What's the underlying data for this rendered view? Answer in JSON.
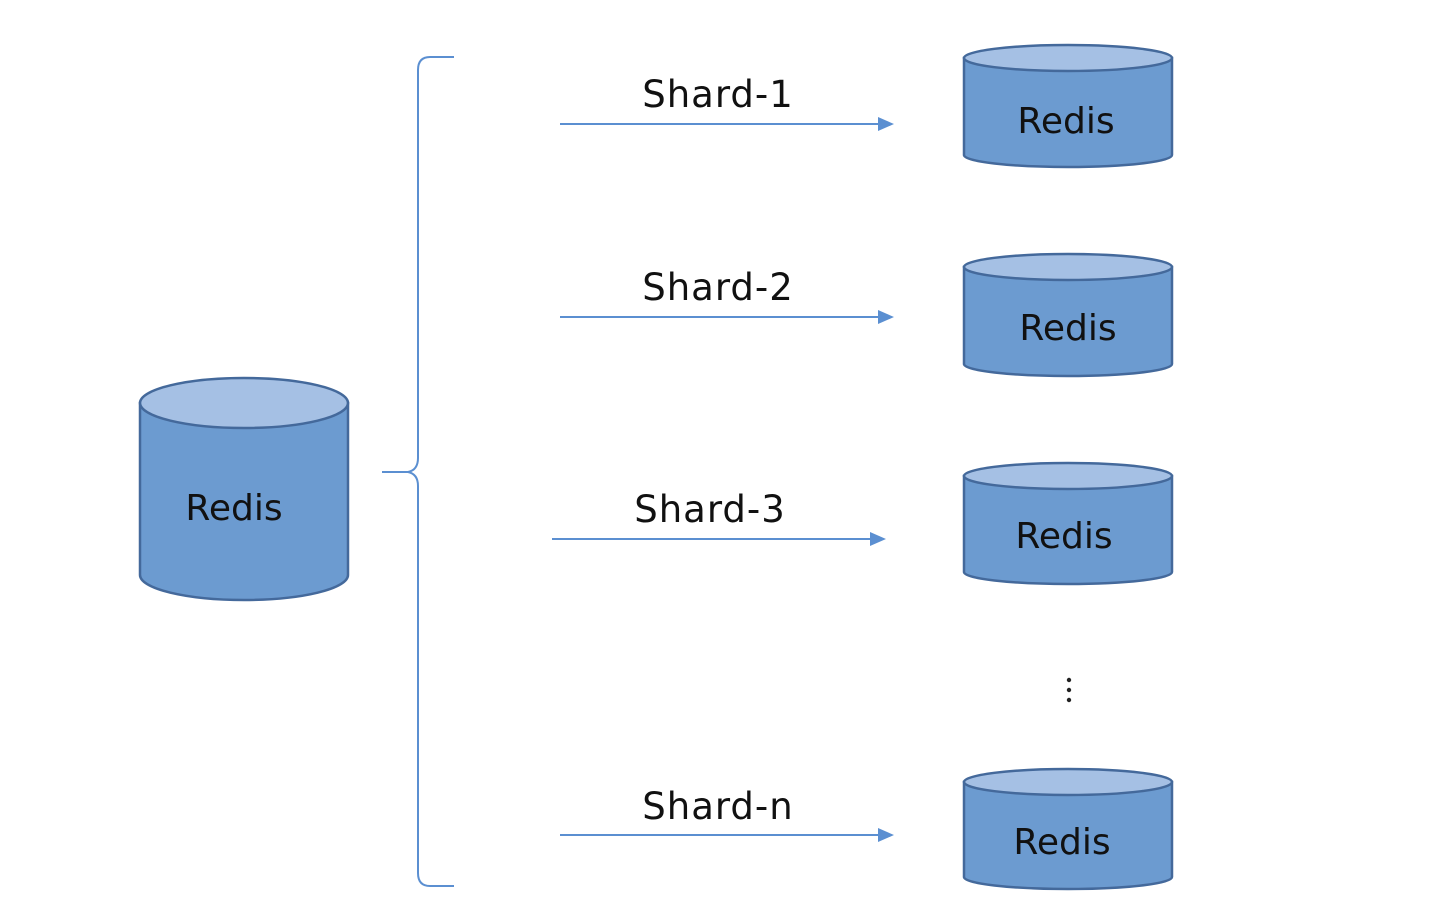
{
  "source": {
    "label": "Redis"
  },
  "shards": [
    {
      "label": "Shard-1",
      "target_label": "Redis"
    },
    {
      "label": "Shard-2",
      "target_label": "Redis"
    },
    {
      "label": "Shard-3",
      "target_label": "Redis"
    },
    {
      "label": "Shard-n",
      "target_label": "Redis"
    }
  ],
  "ellipsis": "⋮",
  "colors": {
    "cylinder_body": "#6c9bd0",
    "cylinder_top": "#a5c0e4",
    "cylinder_outline": "#44699b",
    "connector": "#5b8fd1"
  }
}
